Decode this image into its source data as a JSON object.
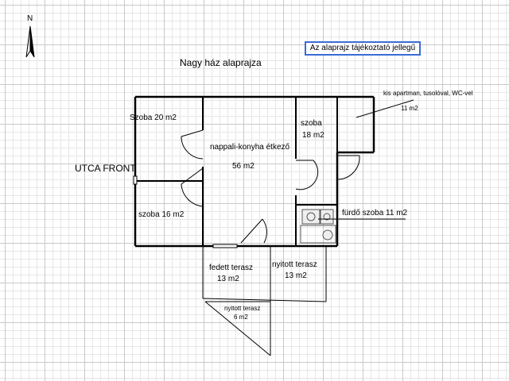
{
  "plan": {
    "title": "Nagy ház alaprajza",
    "disclaimer": "Az alaprajz tájékoztató jellegű",
    "street_label": "UTCA FRONT",
    "compass_letter": "N",
    "compass_icon": "compass-north-arrow-icon"
  },
  "rooms": {
    "szoba20": "Szoba 20 m2",
    "szoba16": "szoba 16 m2",
    "nappali_name": "nappali-konyha étkező",
    "nappali_area": "56 m2",
    "szoba18_name": "szoba",
    "szoba18_area": "18 m2",
    "apartman_name": "kis apartman, tusolóval, WC-vel",
    "apartman_area": "11 m2",
    "furdo": "fürdő szoba 11 m2"
  },
  "terraces": {
    "fedett_name": "fedett terasz",
    "fedett_area": "13 m2",
    "nyitott1_name": "nyitott terasz",
    "nyitott1_area": "13 m2",
    "nyitott2_name": "nyitott terasz",
    "nyitott2_area": "6 m2"
  }
}
